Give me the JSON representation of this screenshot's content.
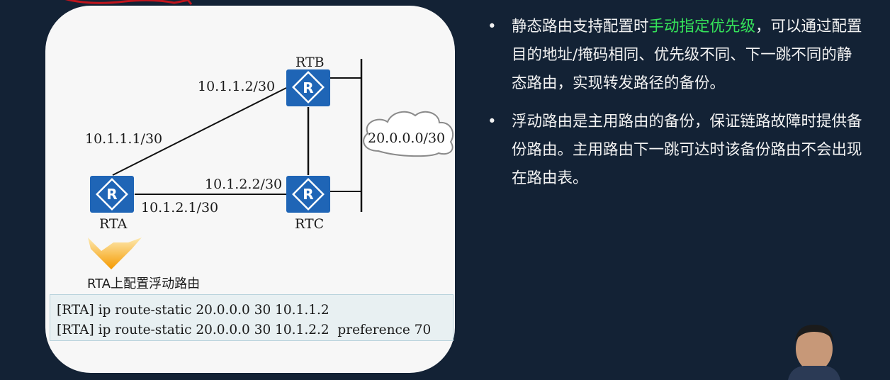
{
  "diagram": {
    "routers": [
      {
        "id": "RTA",
        "label": "RTA"
      },
      {
        "id": "RTB",
        "label": "RTB"
      },
      {
        "id": "RTC",
        "label": "RTC"
      }
    ],
    "router_glyph": "R",
    "ip_labels": {
      "rta_rtb_rta_side": "10.1.1.1/30",
      "rta_rtb_rtb_side": "10.1.1.2/30",
      "rta_rtc_rta_side": "10.1.2.1/30",
      "rta_rtc_rtc_side": "10.1.2.2/30"
    },
    "cloud_label": "20.0.0.0/30",
    "caption": "RTA上配置浮动路由",
    "code_lines": [
      "[RTA] ip route-static 20.0.0.0 30 10.1.1.2",
      "[RTA] ip route-static 20.0.0.0 30 10.1.2.2  preference 70"
    ],
    "colors": {
      "router_fill": "#1f65b6",
      "arrow_fill": "#f7a50d",
      "card_bg": "#f7f7f7",
      "code_bg": "#e8f0f2"
    }
  },
  "bullets": [
    {
      "parts": [
        {
          "text": "静态路由支持配置时",
          "highlight": false
        },
        {
          "text": "手动指定优先级",
          "highlight": true
        },
        {
          "text": "，可以通过配置目的地址/掩码相同、优先级不同、下一跳不同的静态路由，实现转发路径的备份。",
          "highlight": false
        }
      ]
    },
    {
      "parts": [
        {
          "text": "浮动路由是主用路由的备份，保证链路故障时提供备份路由。主用路由下一跳可达时该备份路由不会出现在路由表。",
          "highlight": false
        }
      ]
    }
  ],
  "bullet_symbol": "•",
  "theme": {
    "background": "#132235",
    "text": "#f2f2f2",
    "highlight": "#35e35a"
  }
}
